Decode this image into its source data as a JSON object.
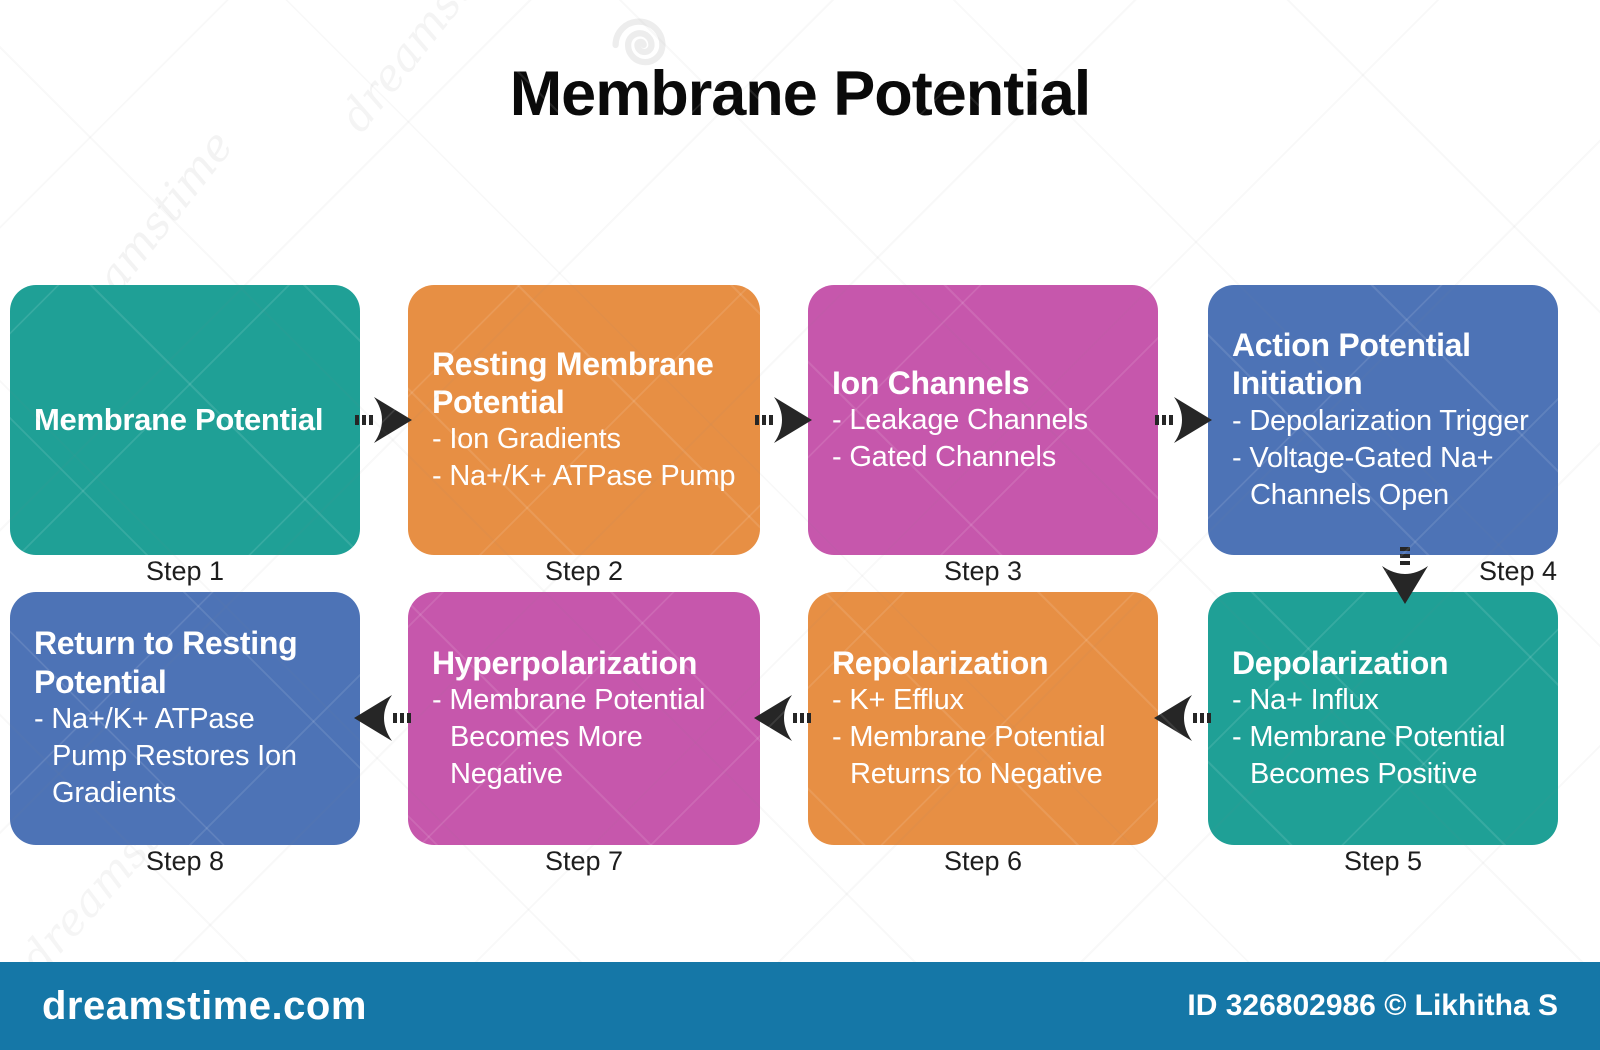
{
  "title": "Membrane Potential",
  "colors": {
    "teal": "#1FA096",
    "orange": "#E78F44",
    "magenta": "#C657AC",
    "blue": "#4D73B6",
    "footer_bg": "#1577A7",
    "arrow": "#262626",
    "box_text": "#FFFFFF",
    "title_text": "#0A0A0A"
  },
  "steps": [
    {
      "label": "Step 1",
      "title": "Membrane Potential",
      "bullets": [],
      "color": "teal"
    },
    {
      "label": "Step 2",
      "title": "Resting Membrane Potential",
      "bullets": [
        "- Ion Gradients",
        "- Na+/K+ ATPase Pump"
      ],
      "color": "orange"
    },
    {
      "label": "Step 3",
      "title": "Ion Channels",
      "bullets": [
        "- Leakage Channels",
        "- Gated Channels"
      ],
      "color": "magenta"
    },
    {
      "label": "Step 4",
      "title": "Action Potential Initiation",
      "bullets": [
        "- Depolarization Trigger",
        "- Voltage-Gated Na+ Channels Open"
      ],
      "color": "blue"
    },
    {
      "label": "Step 5",
      "title": "Depolarization",
      "bullets": [
        "- Na+ Influx",
        "- Membrane Potential Becomes Positive"
      ],
      "color": "teal"
    },
    {
      "label": "Step 6",
      "title": "Repolarization",
      "bullets": [
        "- K+ Efflux",
        "- Membrane Potential Returns to Negative"
      ],
      "color": "orange"
    },
    {
      "label": "Step 7",
      "title": "Hyperpolarization",
      "bullets": [
        "- Membrane Potential Becomes More Negative"
      ],
      "color": "magenta"
    },
    {
      "label": "Step 8",
      "title": "Return to Resting Potential",
      "bullets": [
        "- Na+/K+ ATPase Pump Restores Ion Gradients"
      ],
      "color": "blue"
    }
  ],
  "footer": {
    "brand": "dreamstime.com",
    "credit": "ID 326802986 © Likhitha S"
  },
  "watermark_text": "dreamstime"
}
